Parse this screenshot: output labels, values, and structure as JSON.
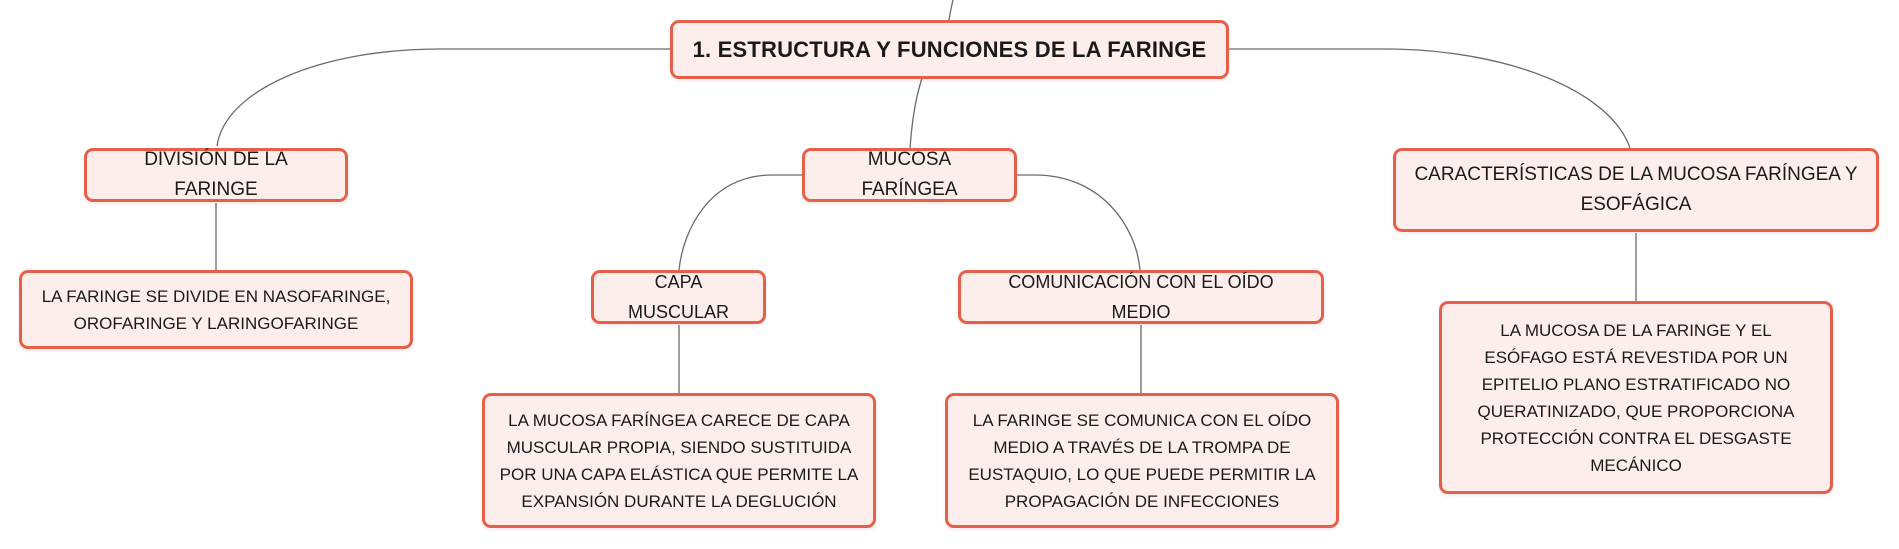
{
  "map": {
    "root": {
      "label": "1. ESTRUCTURA Y FUNCIONES DE LA FARINGE"
    },
    "division": {
      "label": "DIVISIÓN DE LA FARINGE",
      "detail": "LA FARINGE SE DIVIDE EN NASOFARINGE, OROFARINGE Y LARINGOFARINGE"
    },
    "mucosa": {
      "label": "MUCOSA FARÍNGEA",
      "capa": {
        "label": "CAPA MUSCULAR",
        "detail": "LA MUCOSA FARÍNGEA CARECE DE CAPA MUSCULAR PROPIA, SIENDO SUSTITUIDA POR UNA CAPA ELÁSTICA QUE PERMITE LA EXPANSIÓN DURANTE LA DEGLUCIÓN"
      },
      "comunicacion": {
        "label": "COMUNICACIÓN CON EL OÍDO MEDIO",
        "detail": "LA FARINGE SE COMUNICA CON EL OÍDO MEDIO A TRAVÉS DE LA TROMPA DE EUSTAQUIO, LO QUE PUEDE PERMITIR LA PROPAGACIÓN DE INFECCIONES"
      }
    },
    "caracteristicas": {
      "label": "CARACTERÍSTICAS DE LA MUCOSA FARÍNGEA Y ESOFÁGICA",
      "detail": "LA MUCOSA DE LA FARINGE Y EL ESÓFAGO ESTÁ REVESTIDA POR UN EPITELIO PLANO ESTRATIFICADO NO QUERATINIZADO, QUE PROPORCIONA PROTECCIÓN CONTRA EL DESGASTE MECÁNICO"
    }
  },
  "colors": {
    "node_fill": "#fdeeec",
    "node_border": "#e55f4a",
    "connector": "#6b6b6b",
    "text": "#1a1a1a"
  }
}
